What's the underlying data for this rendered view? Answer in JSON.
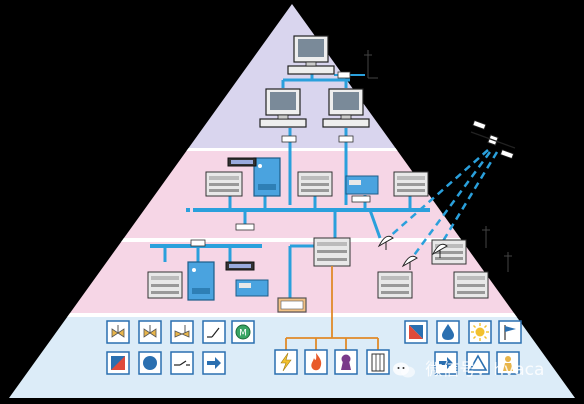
{
  "diagram": {
    "type": "automation-pyramid",
    "levels": [
      "management",
      "control",
      "field-controllers",
      "field-devices"
    ],
    "colors": {
      "background": "#000000",
      "tier_top": "#d9d5ee",
      "tier_upper_middle": "#f6d6e6",
      "tier_lower_middle": "#f6d6e6",
      "tier_bottom": "#dcecf8",
      "bus": "#2aa0dc",
      "wire_orange": "#e08a28",
      "wireless": "#2aa0dc"
    },
    "field_icons_left": [
      "valve-icon",
      "valve-icon",
      "damper-valve-icon",
      "switch-icon",
      "motor-icon",
      "damper-icon",
      "pump-icon",
      "contact-icon",
      "arrow-right-icon"
    ],
    "field_icons_center": [
      "lightning-icon",
      "fire-icon",
      "keyhole-icon",
      "door-icon"
    ],
    "field_icons_right": [
      "slash-sensor-icon",
      "water-drop-icon",
      "sun-icon",
      "flag-icon",
      "arrow-right-icon",
      "triangle-warning-icon",
      "person-icon"
    ]
  },
  "watermark": {
    "text": "微信号：hvaca"
  }
}
